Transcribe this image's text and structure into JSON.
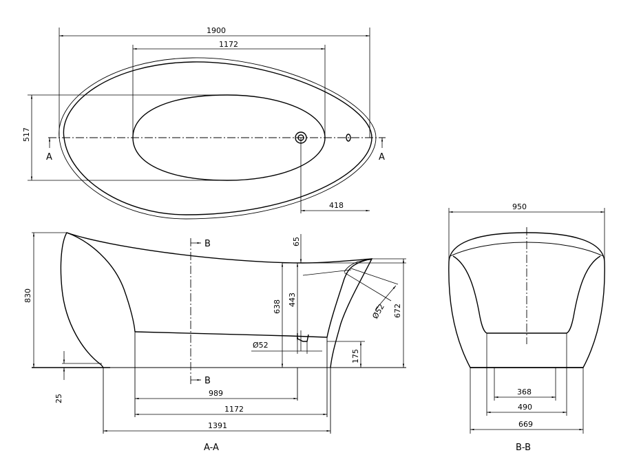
{
  "top_view": {
    "dim_length": "1900",
    "dim_inner_length": "1172",
    "dim_width": "517",
    "dim_drain_offset": "418",
    "section_mark_left": "A",
    "section_mark_right": "A"
  },
  "section_aa": {
    "title": "A-A",
    "dim_height": "830",
    "dim_edge": "65",
    "dim_638": "638",
    "dim_443": "443",
    "dim_672": "672",
    "dim_175": "175",
    "dim_overflow": "Ø52",
    "dim_drain": "Ø52",
    "dim_base": "25",
    "dim_989": "989",
    "dim_1172": "1172",
    "dim_1391": "1391",
    "section_mark_top": "B",
    "section_mark_bottom": "B"
  },
  "section_bb": {
    "title": "B-B",
    "dim_950": "950",
    "dim_368": "368",
    "dim_490": "490",
    "dim_669": "669"
  }
}
